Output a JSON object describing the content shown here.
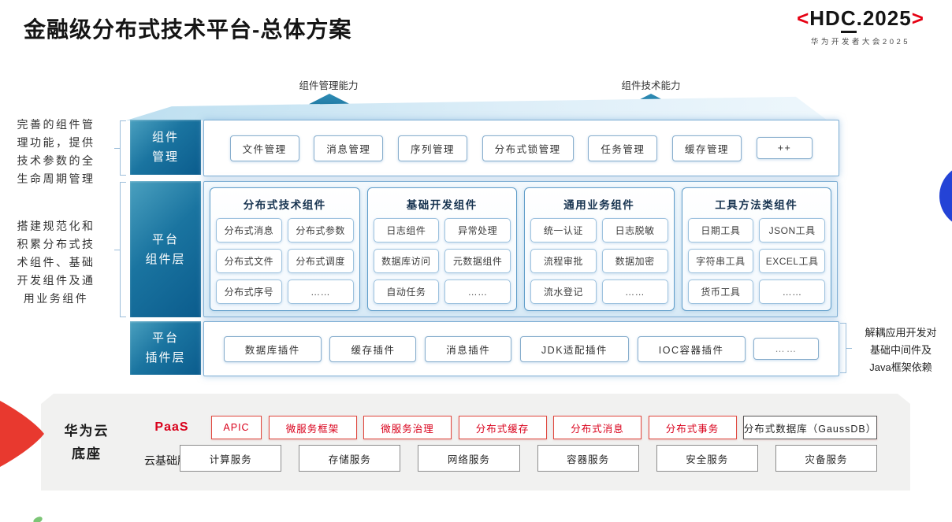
{
  "title": "金融级分布式技术平台-总体方案",
  "logo": {
    "open": "<",
    "hd": "HD",
    "c": "C",
    "rest": ".2025",
    "close": ">",
    "subtitle": "华为开发者大会2025"
  },
  "capability_arrows": {
    "management": "组件管理能力",
    "technology": "组件技术能力"
  },
  "left_notes": {
    "note1": "完善的组件管\n理功能，提供\n技术参数的全\n生命周期管理",
    "note2": "搭建规范化和\n积累分布式技\n术组件、基础\n开发组件及通\n用业务组件"
  },
  "right_note": "解耦应用开发对\n基础中间件及\nJava框架依赖",
  "component_management": {
    "label": "组件\n管理",
    "items": [
      "文件管理",
      "消息管理",
      "序列管理",
      "分布式锁管理",
      "任务管理",
      "缓存管理",
      "++"
    ]
  },
  "platform_components": {
    "label": "平台\n组件层",
    "groups": [
      {
        "title": "分布式技术组件",
        "items": [
          "分布式消息",
          "分布式参数",
          "分布式文件",
          "分布式调度",
          "分布式序号",
          "……"
        ]
      },
      {
        "title": "基础开发组件",
        "items": [
          "日志组件",
          "异常处理",
          "数据库访问",
          "元数据组件",
          "自动任务",
          "……"
        ]
      },
      {
        "title": "通用业务组件",
        "items": [
          "统一认证",
          "日志脱敏",
          "流程审批",
          "数据加密",
          "流水登记",
          "……"
        ]
      },
      {
        "title": "工具方法类组件",
        "items": [
          "日期工具",
          "JSON工具",
          "字符串工具",
          "EXCEL工具",
          "货币工具",
          "……"
        ]
      }
    ]
  },
  "platform_plugins": {
    "label": "平台\n插件层",
    "items": [
      "数据库插件",
      "缓存插件",
      "消息插件",
      "JDK适配插件",
      "IOC容器插件",
      "……"
    ]
  },
  "foundation": {
    "label": "华为云\n底座",
    "paas": {
      "label": "PaaS",
      "items": [
        "APIC",
        "微服务框架",
        "微服务治理",
        "分布式缓存",
        "分布式消息",
        "分布式事务"
      ],
      "neutral_item": "分布式数据库（GaussDB）"
    },
    "cloud_services": {
      "label": "云基础服务",
      "items": [
        "计算服务",
        "存储服务",
        "网络服务",
        "容器服务",
        "安全服务",
        "灾备服务"
      ]
    }
  },
  "colors": {
    "brand_red": "#c7000b",
    "layer_blue_dark": "#0b5c8d",
    "layer_blue_light": "#4aa0bf",
    "arrow_teal": "#1d7ca8",
    "panel_border_blue": "#6ea6cd",
    "paas_red": "#d9001b",
    "accent_circle_blue": "#2443d6",
    "slab_gray": "#f1f1f0"
  }
}
